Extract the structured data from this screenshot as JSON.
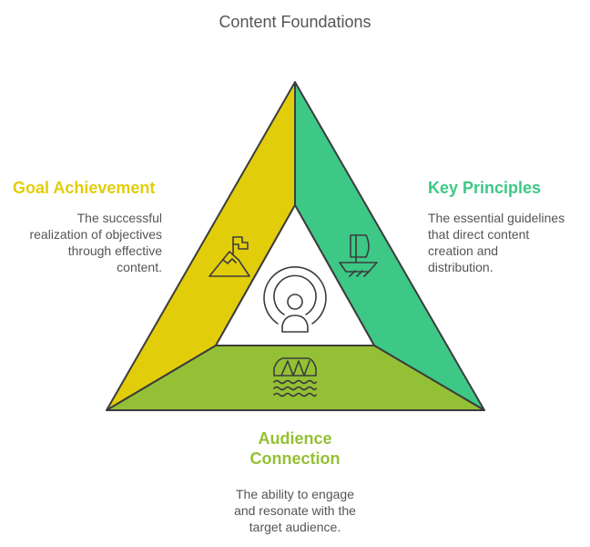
{
  "title": "Content Foundations",
  "colors": {
    "goal": "#e2cd0b",
    "key": "#3dc886",
    "audience": "#94c035",
    "outline": "#3c3c3c",
    "text": "#555555"
  },
  "sections": {
    "goal": {
      "heading": "Goal Achievement",
      "line1": "The successful",
      "line2": "realization of objectives",
      "line3": "through effective",
      "line4": "content.",
      "icon": "mountain-flag-icon"
    },
    "key": {
      "heading": "Key Principles",
      "line1": "The essential guidelines",
      "line2": "that direct content",
      "line3": "creation and",
      "line4": "distribution.",
      "icon": "sailboat-icon"
    },
    "audience": {
      "heading1": "Audience",
      "heading2": "Connection",
      "line1": "The ability to engage",
      "line2": "and resonate with the",
      "line3": "target audience.",
      "icon": "bridge-icon"
    },
    "center": {
      "icon": "broadcast-person-icon"
    }
  }
}
